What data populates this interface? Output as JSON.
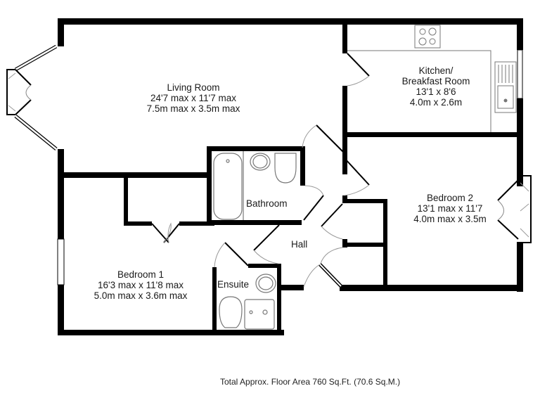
{
  "plan": {
    "wall_color": "#000000",
    "fixture_color": "#666666",
    "background": "#ffffff"
  },
  "rooms": {
    "living_room": {
      "name": "Living Room",
      "imperial": "24'7 max x 11'7 max",
      "metric": "7.5m max x 3.5m max"
    },
    "kitchen": {
      "name_line1": "Kitchen/",
      "name_line2": "Breakfast Room",
      "imperial": "13'1 x 8'6",
      "metric": "4.0m x 2.6m"
    },
    "bedroom2": {
      "name": "Bedroom 2",
      "imperial": "13'1 max x 11'7",
      "metric": "4.0m max x 3.5m"
    },
    "bedroom1": {
      "name": "Bedroom 1",
      "imperial": "16'3 max x 11'8 max",
      "metric": "5.0m max x 3.6m max"
    },
    "bathroom": {
      "name": "Bathroom"
    },
    "hall": {
      "name": "Hall"
    },
    "ensuite": {
      "name": "Ensuite"
    }
  },
  "fixtures": [
    "hob-icon",
    "sink-icon",
    "bath-icon",
    "basin-icon",
    "toilet-icon",
    "shower-icon",
    "wardrobe-icon"
  ],
  "footer": {
    "total_area": "Total Approx. Floor Area 760 Sq.Ft. (70.6 Sq.M.)"
  }
}
